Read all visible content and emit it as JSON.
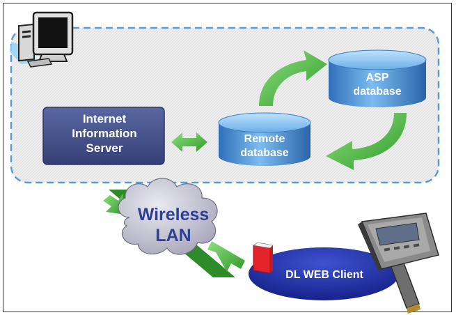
{
  "diagram": {
    "iis_lines": [
      "Internet",
      "Information",
      "Server"
    ],
    "remote_db_lines": [
      "Remote",
      "database"
    ],
    "asp_db_lines": [
      "ASP",
      "database"
    ],
    "wireless_lines": [
      "Wireless",
      "LAN"
    ],
    "client_label": "DL WEB Client"
  },
  "icons": {
    "computer": "desktop-computer-icon",
    "scanner": "handheld-scanner-icon",
    "book": "red-book-icon"
  },
  "colors": {
    "dashed_border": "#5b9bd5",
    "server_box": "#4a5890",
    "cylinder": "#5fa3db",
    "arrow_green": "#44b53c",
    "cloud": "#c9c9d6",
    "client_ellipse": "#1f30a8",
    "wireless_text": "#2f3f95"
  }
}
